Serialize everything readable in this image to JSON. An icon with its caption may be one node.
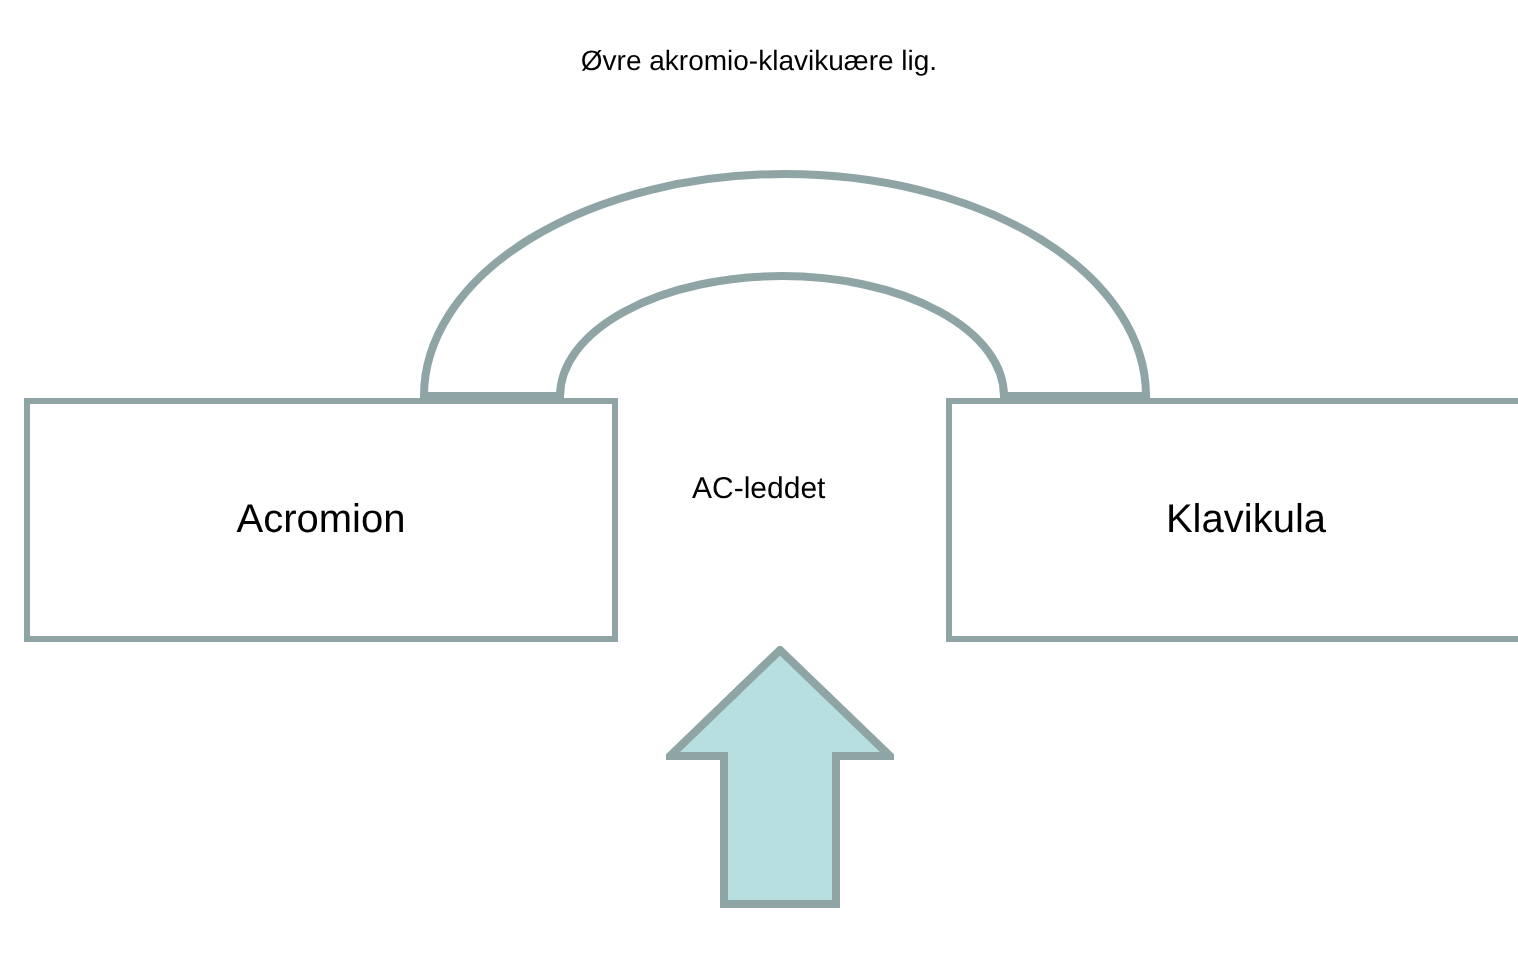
{
  "diagram": {
    "title": "Øvre akromio-klavikuære lig.",
    "nodes": [
      {
        "text": [
          "Acromion"
        ]
      },
      {
        "text": [
          "Klavikula"
        ]
      }
    ],
    "edges": [
      {
        "from": 0,
        "to": 1,
        "arrow": "none",
        "style": "thick"
      }
    ],
    "labels": [
      "AC-leddet"
    ]
  }
}
